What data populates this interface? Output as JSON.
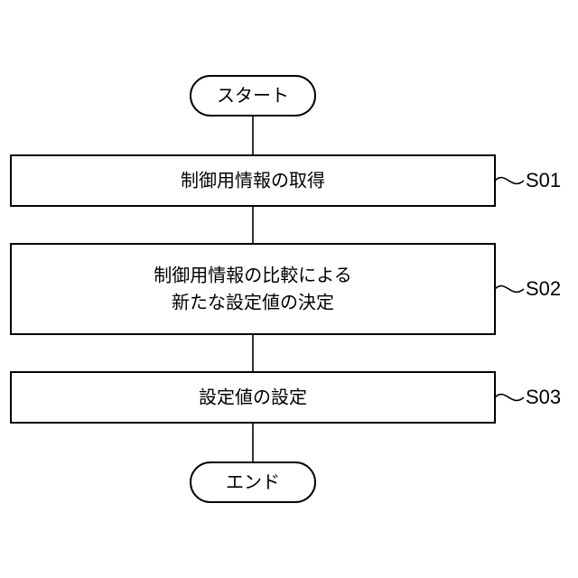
{
  "flowchart": {
    "start": {
      "label": "スタート"
    },
    "steps": [
      {
        "id": "S01",
        "lines": [
          "制御用情報の取得"
        ]
      },
      {
        "id": "S02",
        "lines": [
          "制御用情報の比較による",
          "新たな設定値の決定"
        ]
      },
      {
        "id": "S03",
        "lines": [
          "設定値の設定"
        ]
      }
    ],
    "end": {
      "label": "エンド"
    }
  }
}
